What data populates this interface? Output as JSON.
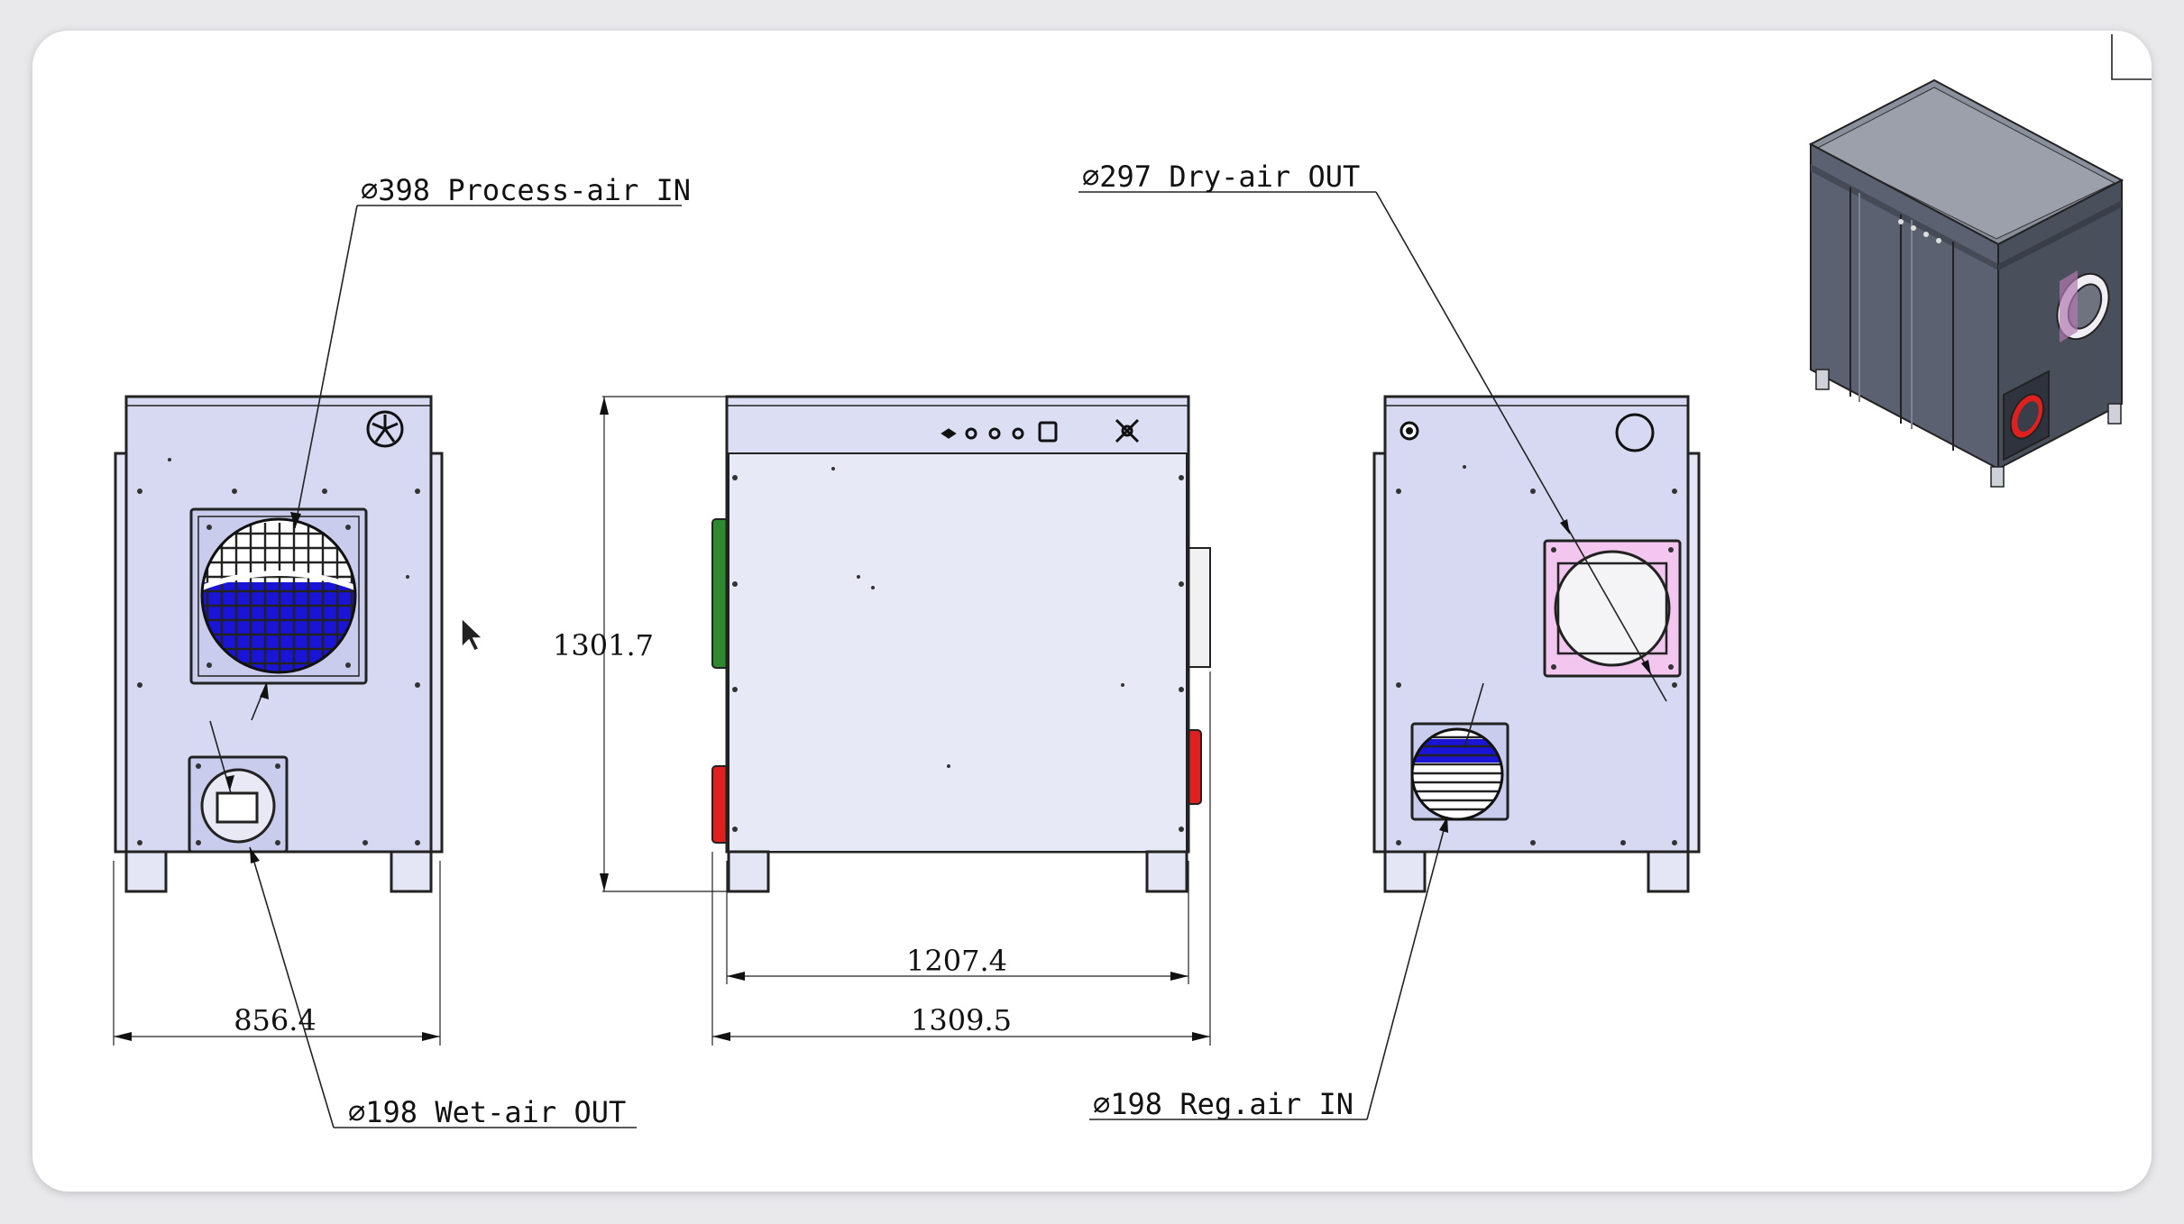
{
  "labels": {
    "process_air_in": "∅398 Process-air IN",
    "wet_air_out": "∅198  Wet-air OUT",
    "dry_air_out": "∅297  Dry-air OUT",
    "reg_air_in": "∅198  Reg.air IN"
  },
  "dimensions": {
    "front_width": "856.4",
    "height": "1301.7",
    "side_width_inner": "1207.4",
    "side_width_outer": "1309.5"
  },
  "colors": {
    "panel": "#d6d9f1",
    "grille_blue": "#1a14d6",
    "pipe_green": "#2f8a2f",
    "pipe_red": "#e01f1f",
    "flange_pink": "#f2c6ee",
    "iso_body": "#5b6170"
  }
}
